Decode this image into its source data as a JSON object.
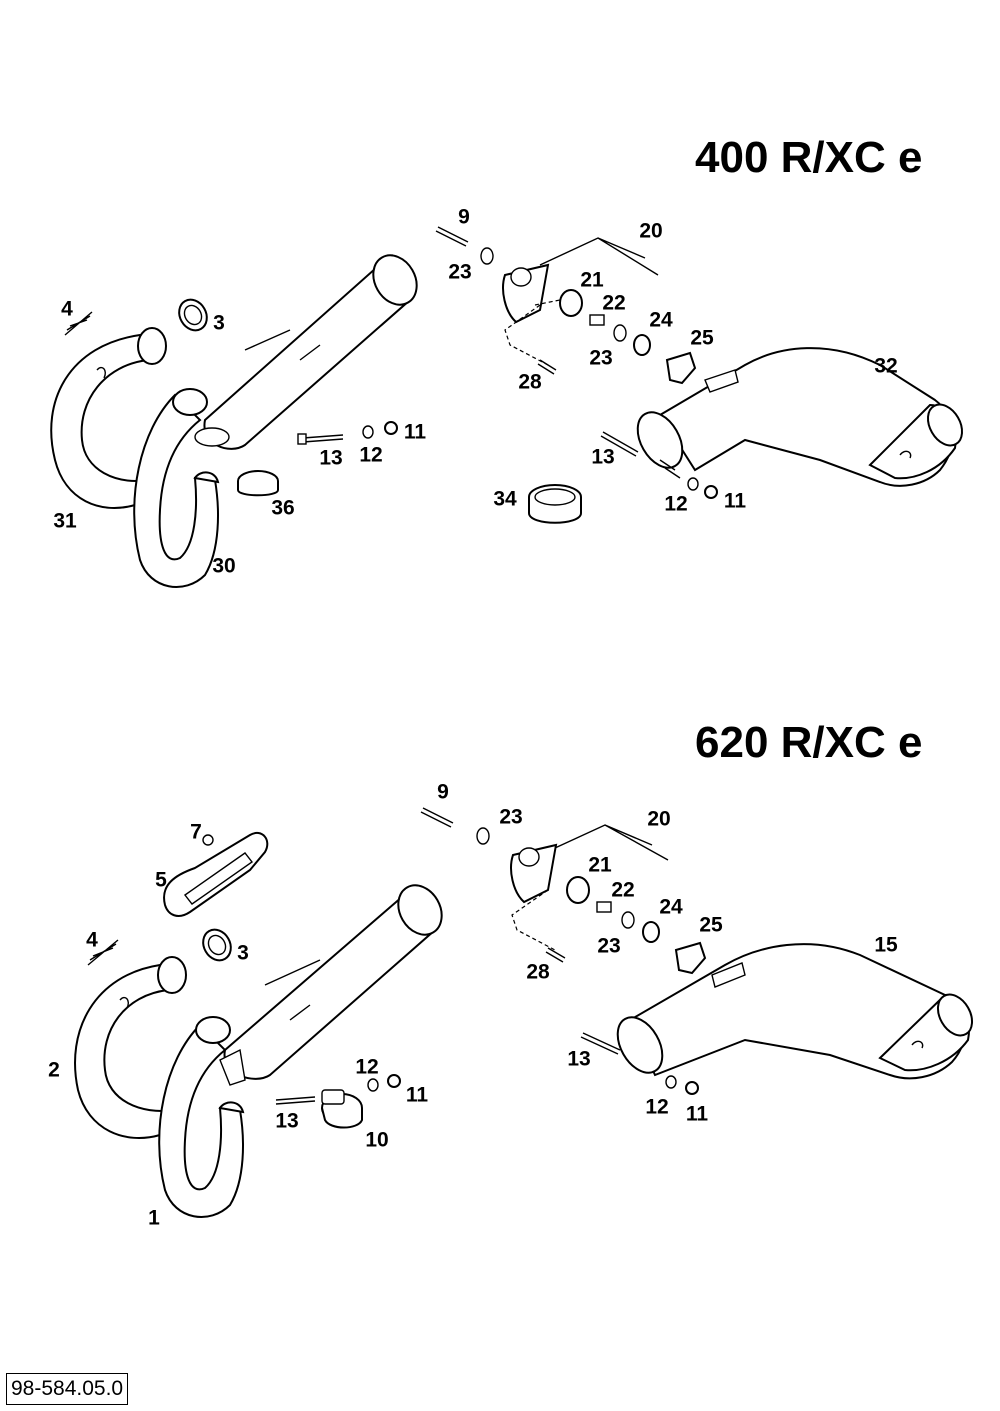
{
  "sections": [
    {
      "title": "400 R/XC e",
      "labels": [
        "9",
        "20",
        "23",
        "21",
        "22",
        "24",
        "25",
        "32",
        "4",
        "3",
        "23",
        "28",
        "11",
        "13",
        "12",
        "13",
        "31",
        "36",
        "34",
        "12",
        "11",
        "30"
      ]
    },
    {
      "title": "620 R/XC e",
      "labels": [
        "9",
        "23",
        "20",
        "7",
        "21",
        "22",
        "5",
        "24",
        "25",
        "15",
        "4",
        "3",
        "23",
        "28",
        "2",
        "13",
        "12",
        "11",
        "13",
        "10",
        "12",
        "11",
        "1"
      ]
    }
  ],
  "document_number": "98-584.05.0"
}
